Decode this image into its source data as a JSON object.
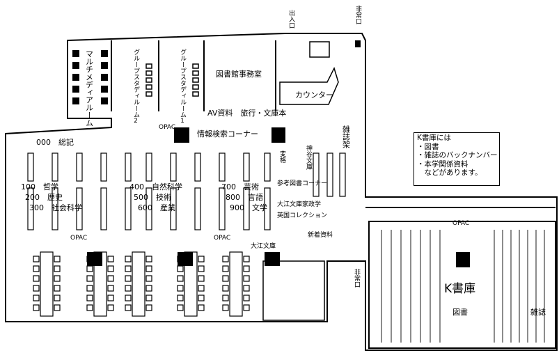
{
  "rooms": {
    "multimedia": "マルチメディアルーム",
    "group_study_2": "グループスタディルーム2",
    "group_study_1": "グループスタディルーム1",
    "office": "図書館事務室",
    "counter": "カウンター",
    "av_travel": "AV資料　旅行・文庫本",
    "info_search": "情報検索コーナー",
    "reference": "参考図書コーナー",
    "ooe_kasei": "大江文庫家政学",
    "english_collection": "英国コレクション",
    "new_arrivals": "新着資料",
    "ooe_bunko": "大江文庫",
    "kami_bunko": "神谷文庫",
    "kyukan": "変格",
    "magazines_vert": "雑誌架",
    "k_stack": "K書庫",
    "books": "図書",
    "magazines": "雑誌"
  },
  "exits": {
    "entrance": "出入口",
    "emergency_top": "非常口",
    "emergency_mid": "非常口"
  },
  "opac": "OPAC",
  "classification": {
    "c000": "000　総記",
    "c100": "100　哲学",
    "c200": "200　歴史",
    "c300": "300　社会科学",
    "c400": "400　自然科学",
    "c500": "500　技術",
    "c600": "600　産業",
    "c700": "700　芸術",
    "c800": "800　言語",
    "c900": "900　文学"
  },
  "info_box": {
    "title": "K書庫には",
    "items": [
      "・図書",
      "・雑誌のバックナンバー",
      "・本学関係資料",
      "　などがあります。"
    ]
  }
}
